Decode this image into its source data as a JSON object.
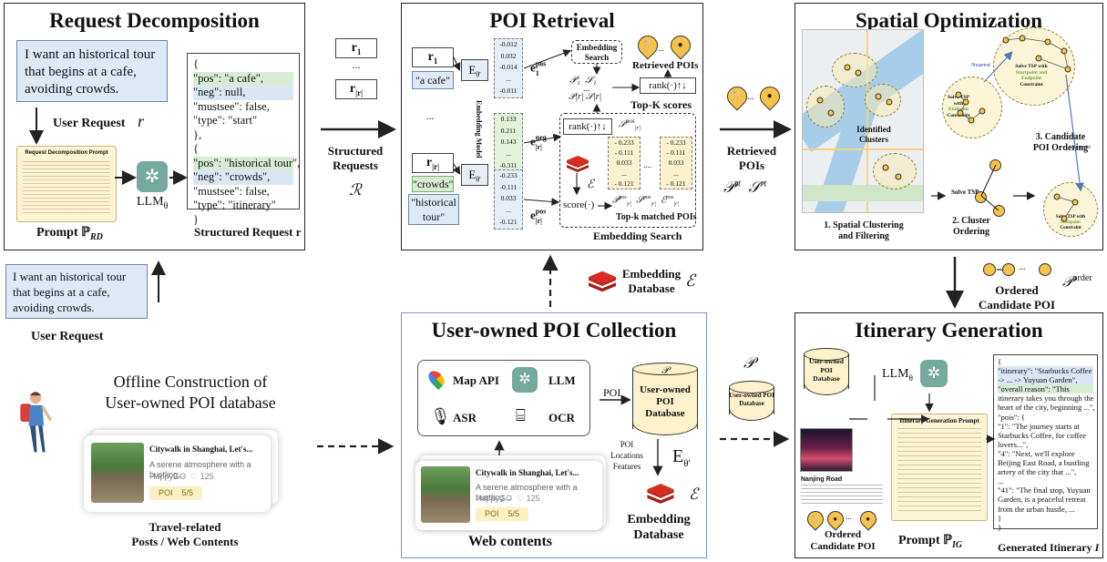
{
  "panels": {
    "request_decomposition": "Request Decomposition",
    "poi_retrieval": "POI Retrieval",
    "spatial_optimization": "Spatial Optimization",
    "user_owned_collection": "User-owned POI Collection",
    "itinerary_generation": "Itinerary Generation"
  },
  "request": {
    "user_text": "I want an historical tour that begins at a cafe, avoiding crowds.",
    "user_request_label": "User Request",
    "user_request_symbol": "r",
    "prompt_title": "Request Decomposition Prompt",
    "prompt_label": "Prompt ℙ",
    "prompt_sub": "RD",
    "llm_label": "LLM",
    "llm_sub": "θ",
    "structured_label": "Structured Request r",
    "json_lines": [
      "{",
      "  \"pos\": \"a cafe\",",
      "  \"neg\": null,",
      "  \"mustsee\": false,",
      "  \"type\": \"start\"",
      "},",
      "{",
      "  \"pos\": \"historical tour\",",
      "  \"neg\": \"crowds\",",
      "  \"mustsee\": false,",
      "  \"type\": \"itinerary\"",
      "}"
    ]
  },
  "structured": {
    "r1": "r",
    "r1_sub": "1",
    "dots": "...",
    "rr": "r",
    "rr_sub": "|r|",
    "label_line1": "Structured",
    "label_line2": "Requests",
    "symbol": "ℛ"
  },
  "retrieval": {
    "r1_text": "\"a cafe\"",
    "crowds_text": "\"crowds\"",
    "hist_line1": "\"historical",
    "hist_line2": "tour\"",
    "embedding_model": "Embedding Model",
    "encoder": "E",
    "encoder_sub": "θ'",
    "vec1": [
      "-0.012",
      "0.032",
      "-0.014",
      "...",
      "-0.011"
    ],
    "vec2": [
      "0.133",
      "0.211",
      "0.143",
      "...",
      "-0.311"
    ],
    "vec3": [
      "-0.233",
      "-0.111",
      "0.033",
      "...",
      "-0.121"
    ],
    "mat1": [
      "- 0.233",
      "- 0.111",
      "0.033",
      "...",
      "- 0.121"
    ],
    "mat2": [
      "- 0.233",
      "- 0.111",
      "0.033",
      "...",
      "- 0.121"
    ],
    "e1_pos": "e",
    "e1_pos_sup": "pos",
    "e1_pos_sub": "1",
    "e_neg": "e",
    "e_neg_sup": "neg",
    "e_neg_sub": "|r|",
    "er_pos": "e",
    "er_pos_sup": "pos",
    "er_pos_sub": "|r|",
    "embedding_search_top": "Embedding Search",
    "p1": "𝒫₁",
    "s1": "𝒮₁",
    "pr": "𝒫|r|",
    "sr": "𝒮|r|",
    "rank_top": "rank(·)↑↓",
    "rank_mid": "rank(·)↑↓",
    "topk_scores": "Top-K scores",
    "retrieved_pois": "Retrieved POIs",
    "s_pos": "𝒮",
    "e_pos": "ℰ",
    "eps": "ℰ",
    "score": "score(·)",
    "p_pos_r": "𝒫",
    "topk_matched": "Top-k matched POIs",
    "embedding_search_bottom": "Embedding Search"
  },
  "between": {
    "retrieved_line1": "Retrieved",
    "retrieved_line2": "POIs",
    "prt": "𝒫",
    "prt_sup": "rt",
    "srt": "𝒮",
    "srt_sup": "rt",
    "embedding_db_line1": "Embedding",
    "embedding_db_line2": "Database",
    "embedding_db_symbol": "ℰ",
    "ordered_line1": "Ordered",
    "ordered_line2": "Candidate POI",
    "porder": "𝒫",
    "porder_sup": "order",
    "p_symbol": "𝒫",
    "user_owned_db": "User-owned POI Database",
    "dots": "..."
  },
  "spatial": {
    "identified_line1": "Identified",
    "identified_line2": "Clusters",
    "step1_line1": "1. Spatial Clustering",
    "step1_line2": "and Filtering",
    "solve_tsp": "Solve TSP",
    "step2_line1": "2. Cluster",
    "step2_line2": "Ordering",
    "step3_line1": "3. Candidate",
    "step3_line2": "POI Ordering",
    "nearest1": "Nearest",
    "nearest2": "Nearest",
    "tsp_a_l1": "Solve TSP",
    "tsp_a_l2": "with",
    "tsp_a_l3": "Endpoint",
    "tsp_a_l4": "Constraint",
    "tsp_b_l1": "Solve TSP with",
    "tsp_b_l2": "Startpoint and",
    "tsp_b_l3": "Endpoint",
    "tsp_b_l4": "Constraint",
    "tsp_c_l1": "Solve TSP with",
    "tsp_c_l2": "Startpoint",
    "tsp_c_l3": "Constraint"
  },
  "offline": {
    "user_text": "I want an historical tour that begins at a cafe, avoiding crowds.",
    "user_request_label": "User Request",
    "construction_line1": "Offline Construction of",
    "construction_line2": "User-owned POI database",
    "post_title": "Citywalk in Shanghai, Let's...",
    "post_desc": "A serene atmosphere with a bustling...",
    "post_author": "HappyGO",
    "post_likes": "♡ 125",
    "post_poi": "POI",
    "post_count": "5/5",
    "posts_line1": "Travel-related",
    "posts_line2": "Posts / Web Contents"
  },
  "collection": {
    "map_api": "Map API",
    "llm": "LLM",
    "asr": "ASR",
    "ocr": "OCR",
    "poi": "POI",
    "db_p": "𝒫",
    "db_line1": "User-owned",
    "db_line2": "POI",
    "db_line3": "Database",
    "features_line1": "POI",
    "features_line2": "Locations",
    "features_line3": "Features",
    "encoder": "E",
    "encoder_sub": "θ'",
    "eps": "ℰ",
    "embedding_line1": "Embedding",
    "embedding_line2": "Database",
    "web_contents": "Web contents",
    "post_title": "Citywalk in Shanghai, Let's...",
    "post_desc": "A serene atmosphere with a bustling...",
    "post_author": "HappyGO",
    "post_likes": "♡ 125",
    "post_poi": "POI",
    "post_count": "5/5"
  },
  "itinerary": {
    "db_line1": "User-owned",
    "db_line2": "POI",
    "db_line3": "Database",
    "llm": "LLM",
    "llm_sub": "θ",
    "prompt_title": "Itinerary Generation Prompt",
    "place_name": "Nanjing Road",
    "ordered_line1": "Ordered",
    "ordered_line2": "Candidate POI",
    "prompt_label": "Prompt ℙ",
    "prompt_sub": "IG",
    "generated_label": "Generated Itinerary ",
    "generated_symbol": "I",
    "output_lines": [
      "{",
      "  \"itinerary\": \"Starbucks Coffee",
      "  -> ... -> Yuyuan Garden\",",
      "  \"overall reason\": \"This",
      "  itinerary takes you through the",
      "  heart of the city, beginning ...\",",
      "  \"pois\": {",
      "    \"1\": \"The journey starts at",
      "    Starbucks Coffee, for coffee",
      "    lovers...\",",
      "    \"4\": \"Next, we'll explore",
      "    Beijing East Road, a bustling",
      "    artery of the city that ...\",",
      "    ...",
      "    \"41\": \"The final stop, Yuyuan",
      "    Garden, is a peaceful retreat",
      "    from the urban hustle, ...",
      "  }",
      "}"
    ]
  },
  "colors": {
    "json_green": "#d7ecd3",
    "json_blue": "#dbe6f5",
    "poi_yellow": "#f6c34a",
    "gpt_green": "#74aa9c",
    "redis_red": "#d82c20",
    "collection_border": "#7a95c8"
  }
}
